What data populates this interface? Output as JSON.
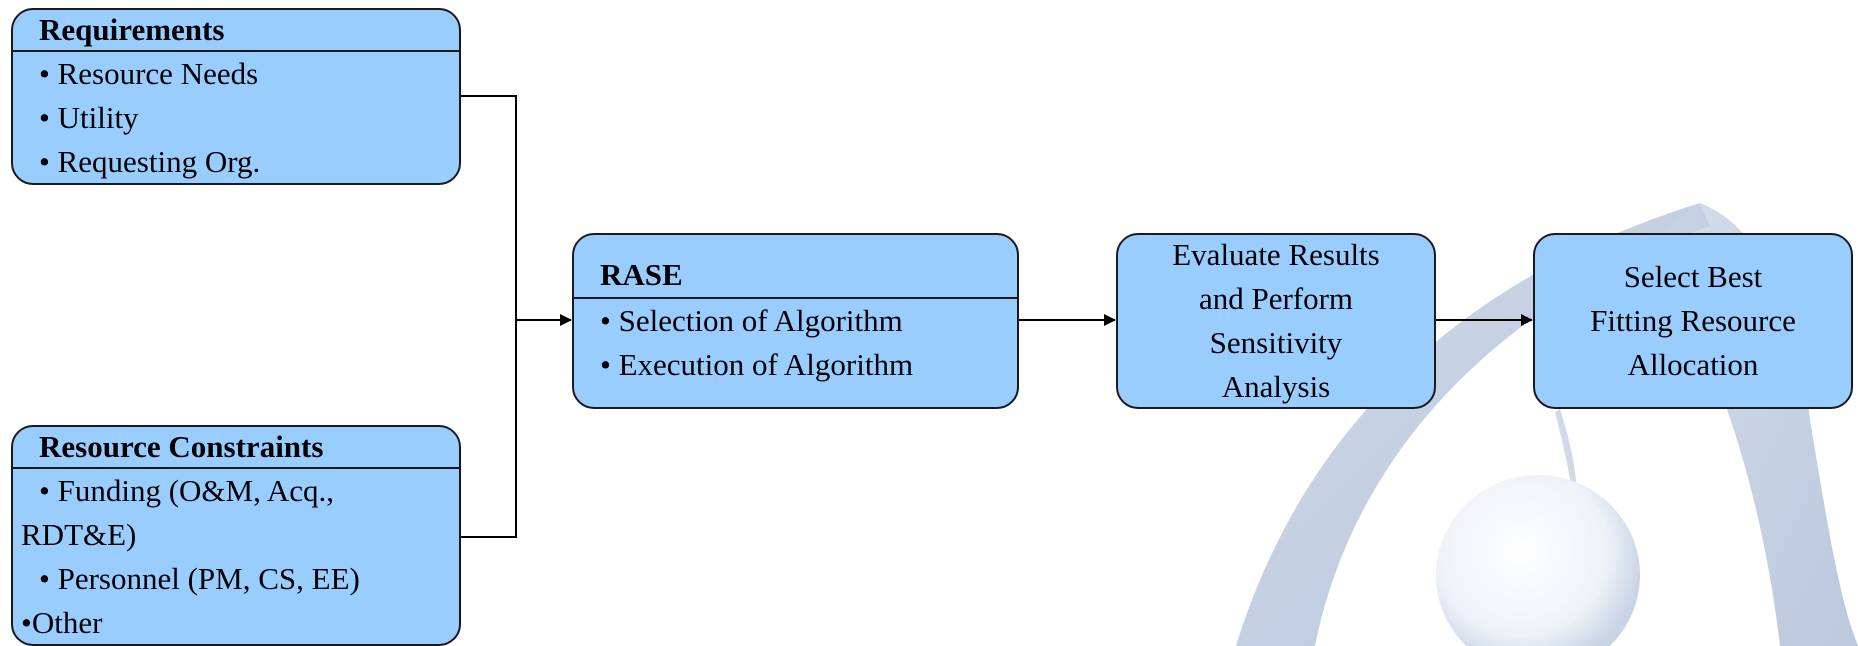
{
  "requirements": {
    "title": "Requirements",
    "items": [
      "• Resource Needs",
      "• Utility",
      "• Requesting Org."
    ]
  },
  "resource_constraints": {
    "title": "Resource Constraints",
    "items": [
      "• Funding (O&M, Acq.,",
      "RDT&E)",
      "• Personnel (PM, CS, EE)",
      "•Other"
    ]
  },
  "rase": {
    "title": "RASE",
    "items": [
      "• Selection of Algorithm",
      "• Execution of Algorithm"
    ]
  },
  "evaluate": {
    "lines": [
      "Evaluate Results",
      "and Perform",
      "Sensitivity",
      "Analysis"
    ]
  },
  "select": {
    "lines": [
      "Select Best",
      "Fitting Resource",
      "Allocation"
    ]
  },
  "colors": {
    "box_fill": "#99ccff",
    "box_border": "#1a1a1a",
    "watermark_arc": "#b8c6dd",
    "watermark_sphere": "#dfe6f1"
  }
}
